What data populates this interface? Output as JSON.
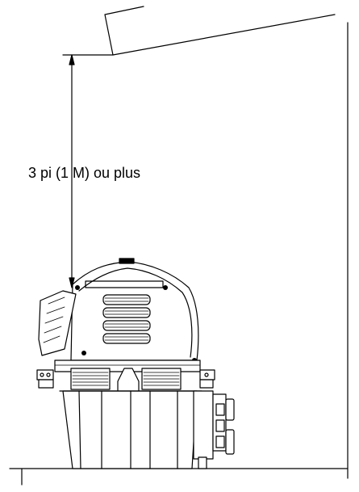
{
  "diagram": {
    "clearance_label": "3 pi (1 M) ou plus",
    "line_color": "#000000",
    "background_color": "#ffffff",
    "elements": [
      "roof-eave-line",
      "side-wall",
      "floor-line",
      "clearance-dimension-arrow",
      "heater-unit"
    ]
  }
}
